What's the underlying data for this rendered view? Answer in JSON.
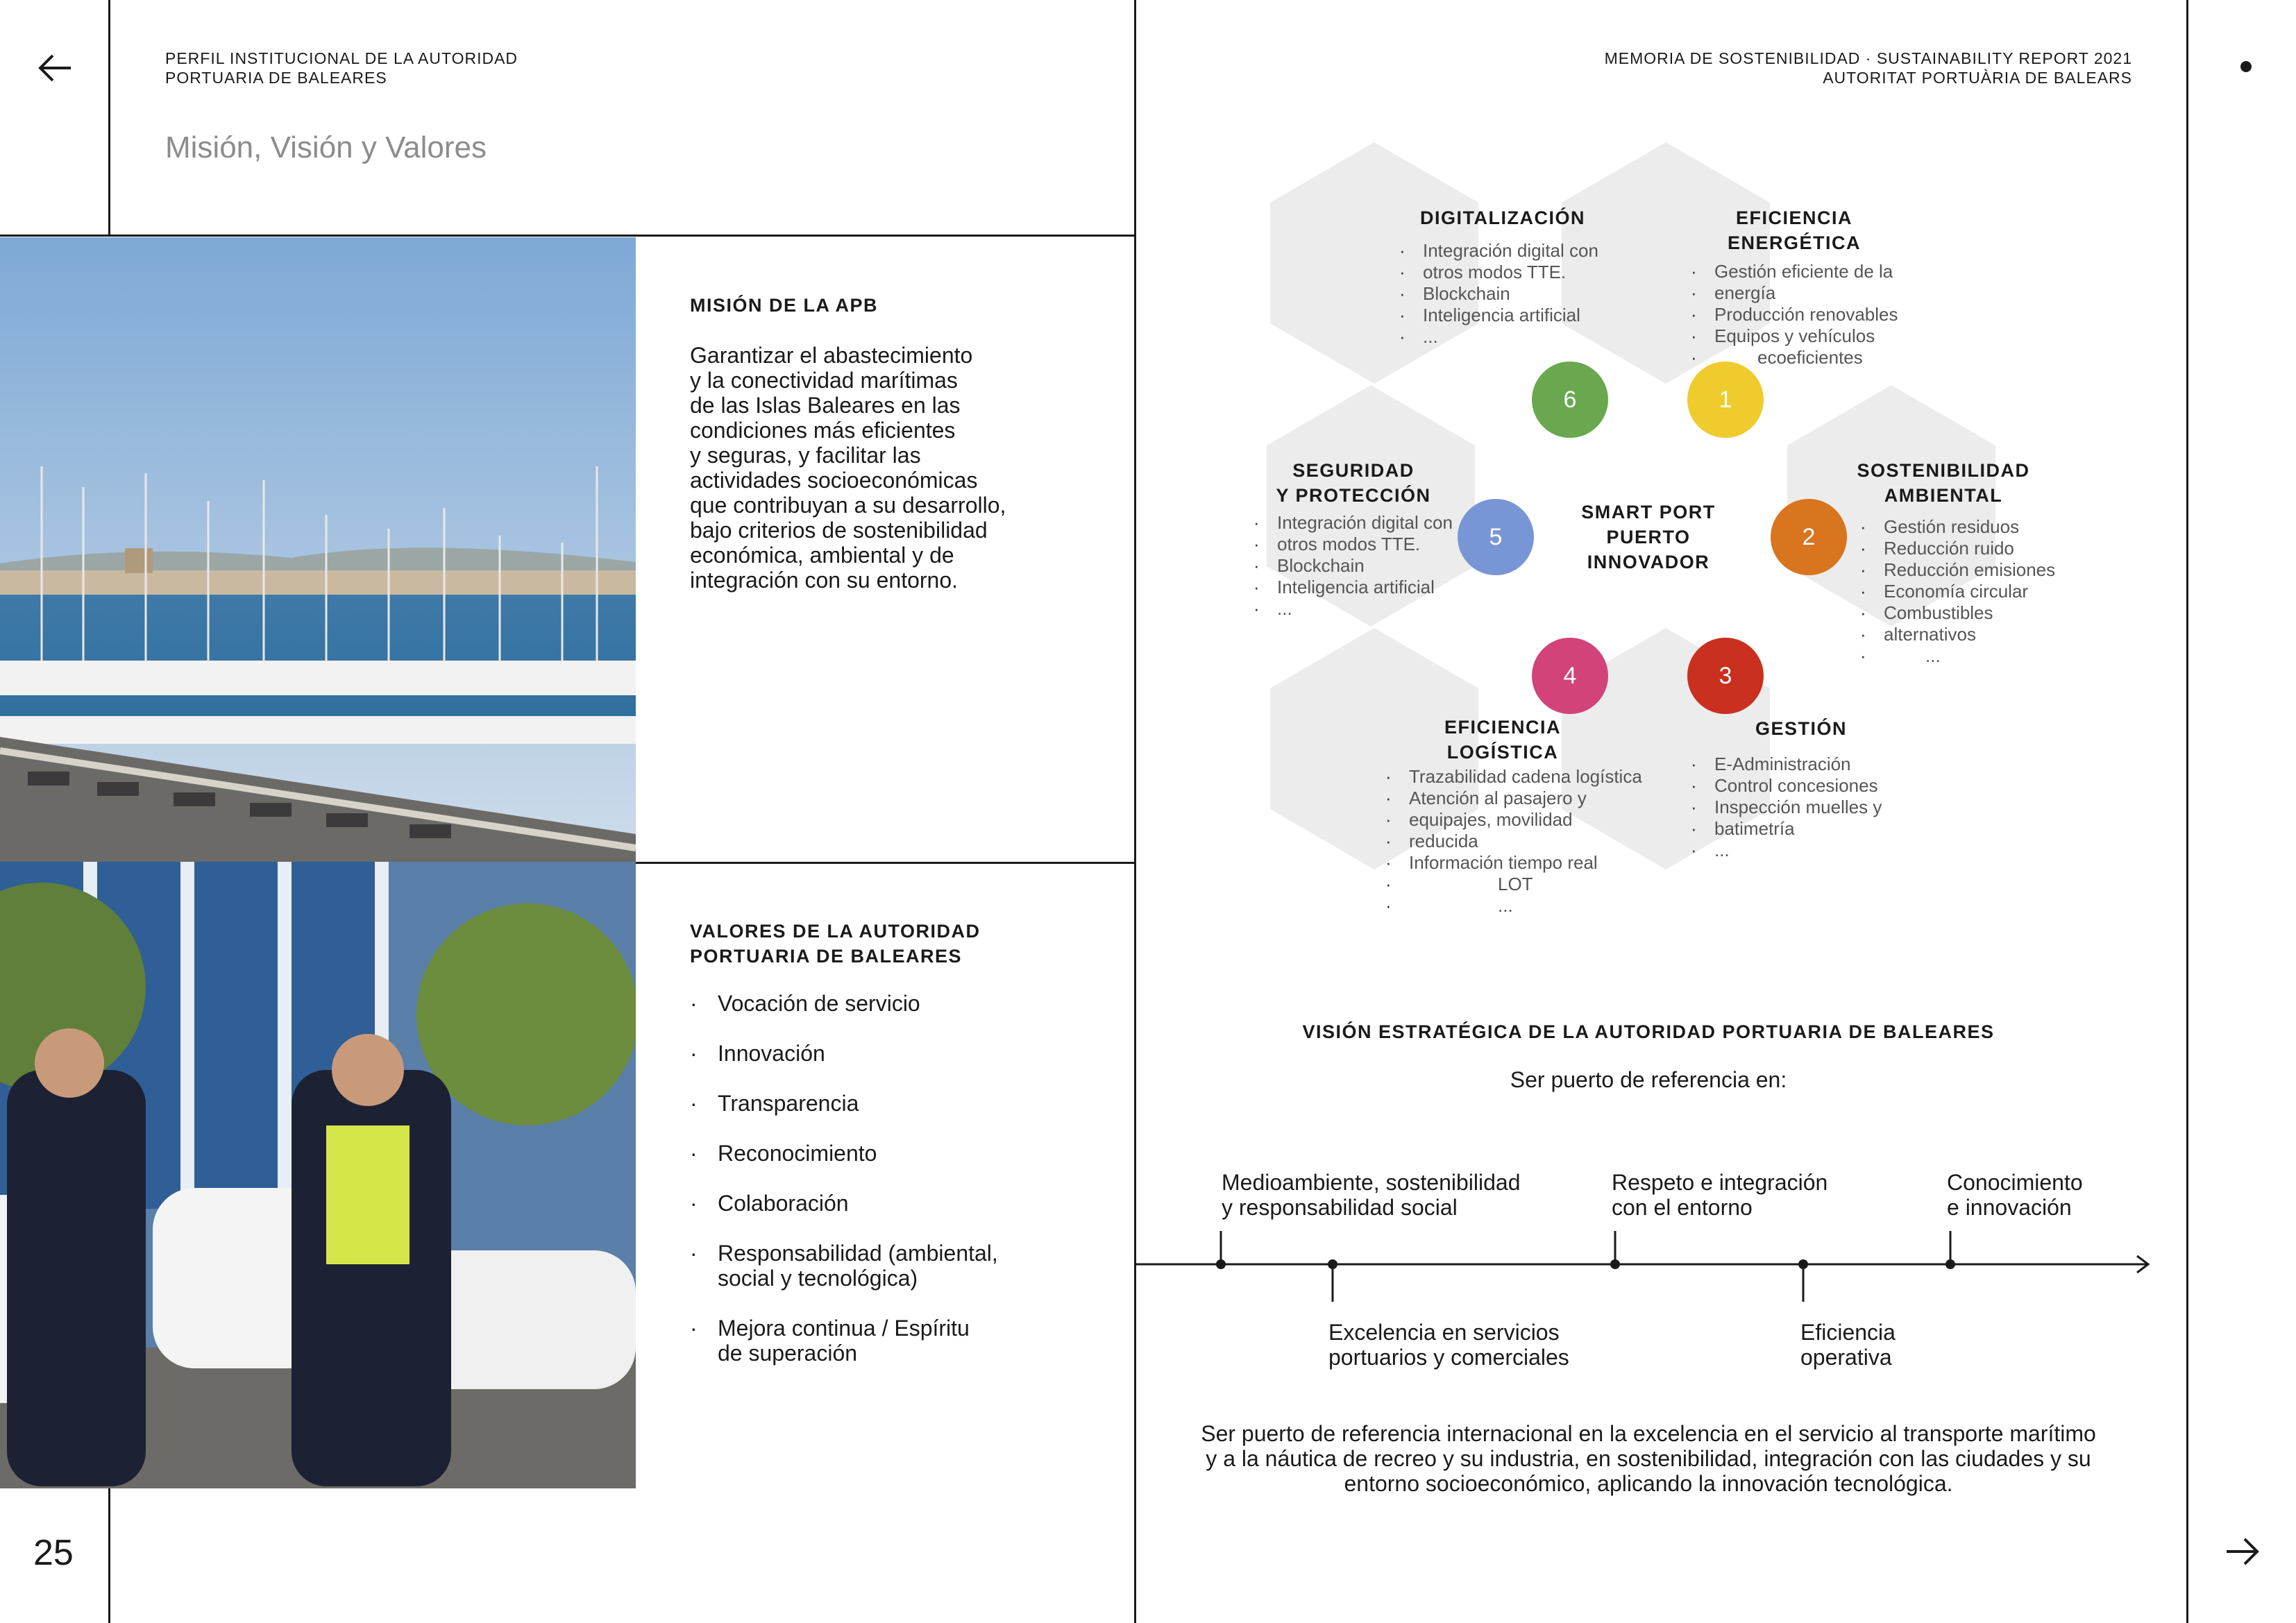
{
  "header_left": {
    "line1": "PERFIL INSTITUCIONAL DE LA AUTORIDAD",
    "line2": "PORTUARIA DE BALEARES"
  },
  "header_right": {
    "line1": "MEMORIA DE SOSTENIBILIDAD · SUSTAINABILITY REPORT 2021",
    "line2": "AUTORITAT PORTUÀRIA DE BALEARS"
  },
  "section_title": "Misión, Visión y Valores",
  "page_number": "25",
  "icons": {
    "back": "arrow-left-icon",
    "forward": "arrow-right-icon"
  },
  "mision": {
    "heading": "MISIÓN DE LA APB",
    "lines": [
      "Garantizar el abastecimiento",
      "y la conectividad marítimas",
      "de las Islas Baleares en las",
      "condiciones más eficientes",
      "y seguras, y facilitar las",
      "actividades socioeconómicas",
      "que contribuyan a su desarrollo,",
      "bajo criterios de sostenibilidad",
      "económica, ambiental y de",
      "integración con su entorno."
    ]
  },
  "valores": {
    "heading_line1": "VALORES DE LA AUTORIDAD",
    "heading_line2": "PORTUARIA DE BALEARES",
    "items": [
      [
        "Vocación de servicio"
      ],
      [
        "Innovación"
      ],
      [
        "Transparencia"
      ],
      [
        "Reconocimiento"
      ],
      [
        "Colaboración"
      ],
      [
        "Responsabilidad (ambiental,",
        "social y tecnológica)"
      ],
      [
        "Mejora continua / Espíritu",
        "de superación"
      ]
    ]
  },
  "smart_port": {
    "center_line1": "SMART PORT",
    "center_line2": "PUERTO",
    "center_line3": "INNOVADOR",
    "hexagons": [
      {
        "number": "1",
        "color": "#EFCB2E",
        "title": [
          "EFICIENCIA",
          "ENERGÉTICA"
        ],
        "items": [
          "Gestión eficiente de la",
          "energía",
          "Producción renovables",
          "Equipos y vehículos",
          "ecoeficientes"
        ]
      },
      {
        "number": "2",
        "color": "#D9741F",
        "title": [
          "SOSTENIBILIDAD",
          "AMBIENTAL"
        ],
        "items": [
          "Gestión residuos",
          "Reducción ruido",
          "Reducción emisiones",
          "Economía circular",
          "Combustibles",
          "alternativos",
          "..."
        ]
      },
      {
        "number": "3",
        "color": "#C9301F",
        "title": [
          "GESTIÓN"
        ],
        "items": [
          "E-Administración",
          "Control concesiones",
          "Inspección muelles y",
          "batimetría",
          "..."
        ]
      },
      {
        "number": "4",
        "color": "#D2437A",
        "title": [
          "EFICIENCIA",
          "LOGÍSTICA"
        ],
        "items": [
          "Trazabilidad cadena logística",
          "Atención al pasajero y",
          "equipajes, movilidad",
          "reducida",
          "Información tiempo real",
          "LOT",
          "..."
        ]
      },
      {
        "number": "5",
        "color": "#7896D6",
        "title": [
          "SEGURIDAD",
          "Y PROTECCIÓN"
        ],
        "items": [
          "Integración digital con",
          "otros modos TTE.",
          "Blockchain",
          "Inteligencia artificial",
          "..."
        ]
      },
      {
        "number": "6",
        "color": "#6AA84F",
        "title": [
          "DIGITALIZACIÓN"
        ],
        "items": [
          "Integración digital con",
          "otros modos TTE.",
          "Blockchain",
          "Inteligencia artificial",
          "..."
        ]
      }
    ]
  },
  "vision": {
    "title": "VISIÓN ESTRATÉGICA DE LA AUTORIDAD PORTUARIA DE BALEARES",
    "subtitle": "Ser puerto de referencia en:",
    "timeline": [
      [
        "Medioambiente, sostenibilidad",
        "y responsabilidad social"
      ],
      [
        "Excelencia en servicios",
        "portuarios y comerciales"
      ],
      [
        "Respeto e integración",
        "con el entorno"
      ],
      [
        "Eficiencia",
        "operativa"
      ],
      [
        "Conocimiento",
        "e innovación"
      ]
    ],
    "statement": [
      "Ser puerto de referencia internacional en la excelencia en el servicio al transporte marítimo",
      "y a la náutica de recreo y su industria, en sostenibilidad, integración con las ciudades y su",
      "entorno socioeconómico, aplicando la innovación tecnológica."
    ]
  }
}
